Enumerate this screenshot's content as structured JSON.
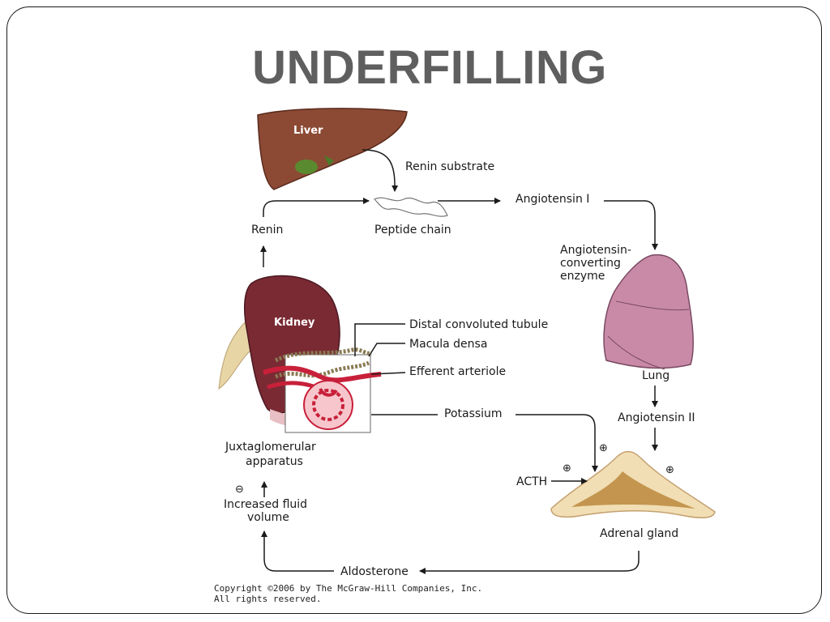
{
  "slide": {
    "title": "UNDERFILLING"
  },
  "diagram": {
    "organs": {
      "liver": "Liver",
      "kidney": "Kidney",
      "lung": "Lung",
      "adrenal_gland": "Adrenal gland"
    },
    "labels": {
      "renin_substrate": "Renin substrate",
      "renin": "Renin",
      "peptide_chain": "Peptide chain",
      "angiotensin_1": "Angiotensin I",
      "ace_line1": "Angiotensin-",
      "ace_line2": "converting",
      "ace_line3": "enzyme",
      "distal_tubule": "Distal convoluted tubule",
      "macula_densa": "Macula densa",
      "efferent_arteriole": "Efferent arteriole",
      "potassium": "Potassium",
      "angiotensin_2": "Angiotensin II",
      "jga_line1": "Juxtaglomerular",
      "jga_line2": "apparatus",
      "acth": "ACTH",
      "fluid_line1": "Increased fluid",
      "fluid_line2": "volume",
      "aldosterone": "Aldosterone"
    },
    "signs": {
      "plus": "⊕",
      "minus": "⊖"
    },
    "colors": {
      "liver": "#8c4a35",
      "kidney": "#7a2a33",
      "lung": "#c98aa8",
      "adrenal_outer": "#f1deb4",
      "adrenal_inner": "#c4954e",
      "vessel": "#c8203a",
      "tubule": "#8a7a52"
    },
    "copyright_line1": "Copyright ©2006 by The McGraw-Hill Companies, Inc.",
    "copyright_line2": "All rights reserved."
  }
}
